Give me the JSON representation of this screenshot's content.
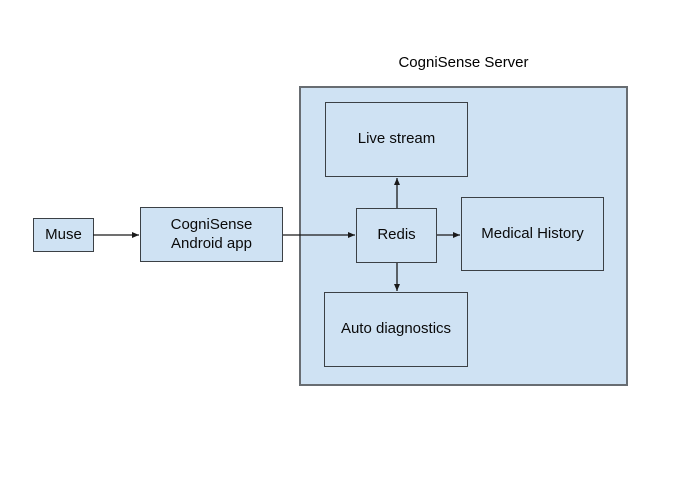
{
  "diagram": {
    "title": "CogniSense Server",
    "colors": {
      "node_fill": "#cfe2f3",
      "node_border": "#3b4045",
      "container_border": "#686d72",
      "arrow": "#1a1a1a",
      "text": "#0a0a0a",
      "background": "#ffffff"
    },
    "nodes": {
      "muse": {
        "label": "Muse"
      },
      "android_app": {
        "label": "CogniSense\nAndroid app"
      },
      "live_stream": {
        "label": "Live stream"
      },
      "redis": {
        "label": "Redis"
      },
      "medical_history": {
        "label": "Medical History"
      },
      "auto_diagnostics": {
        "label": "Auto diagnostics"
      }
    },
    "edges": [
      {
        "from": "Muse",
        "to": "CogniSense Android app",
        "direction": "right"
      },
      {
        "from": "CogniSense Android app",
        "to": "Redis",
        "direction": "right"
      },
      {
        "from": "Redis",
        "to": "Live stream",
        "direction": "up"
      },
      {
        "from": "Redis",
        "to": "Medical History",
        "direction": "right"
      },
      {
        "from": "Redis",
        "to": "Auto diagnostics",
        "direction": "down"
      }
    ]
  }
}
